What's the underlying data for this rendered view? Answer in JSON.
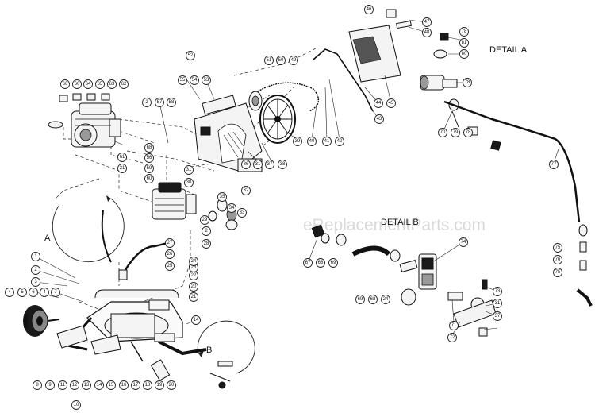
{
  "diagram": {
    "detail_labels": [
      "DETAIL A",
      "DETAIL B"
    ],
    "section_letters": [
      "A",
      "B"
    ],
    "watermark": "eReplacementParts.com",
    "callouts": [
      "1",
      "2",
      "3",
      "4",
      "5",
      "6",
      "7",
      "8",
      "9",
      "10",
      "11",
      "12",
      "13",
      "14",
      "15",
      "16",
      "17",
      "18",
      "19",
      "20",
      "21",
      "22",
      "23",
      "24",
      "25",
      "26",
      "27",
      "28",
      "29",
      "30",
      "31",
      "32",
      "33",
      "34",
      "35",
      "36",
      "37",
      "38",
      "39",
      "40",
      "41",
      "42",
      "43",
      "44",
      "45",
      "46",
      "47",
      "48",
      "49",
      "50",
      "51",
      "52",
      "53",
      "54",
      "55",
      "56",
      "57",
      "58",
      "59",
      "60",
      "61",
      "62",
      "63",
      "64",
      "65",
      "66",
      "67",
      "68",
      "69",
      "70",
      "71",
      "72",
      "73",
      "74",
      "75",
      "76",
      "77",
      "78",
      "79",
      "80",
      "81"
    ]
  }
}
